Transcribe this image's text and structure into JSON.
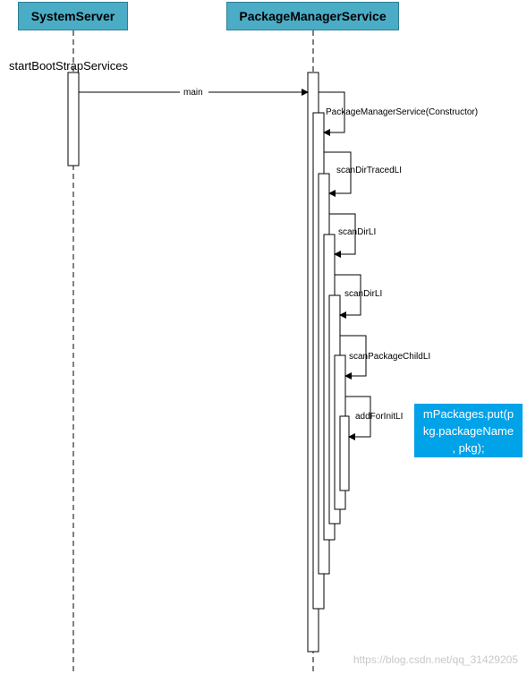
{
  "participants": {
    "system_server": "SystemServer",
    "pms": "PackageManagerService"
  },
  "labels": {
    "start_bootstrap": "startBootStrapServices",
    "main": "main",
    "constructor": "PackageManagerService(Constructor)",
    "scan_dir_traced": "scanDirTracedLI",
    "scan_dir_1": "scanDirLI",
    "scan_dir_2": "scanDirLI",
    "scan_package_child": "scanPackageChildLI",
    "add_for_init": "addForInitLI"
  },
  "note": {
    "line1": "mPackages.put(p",
    "line2": "kg.packageName",
    "line3": ", pkg);"
  },
  "watermark": "https://blog.csdn.net/qq_31429205",
  "colors": {
    "participant_fill": "#4bacc6",
    "note_fill": "#00a2e8"
  }
}
